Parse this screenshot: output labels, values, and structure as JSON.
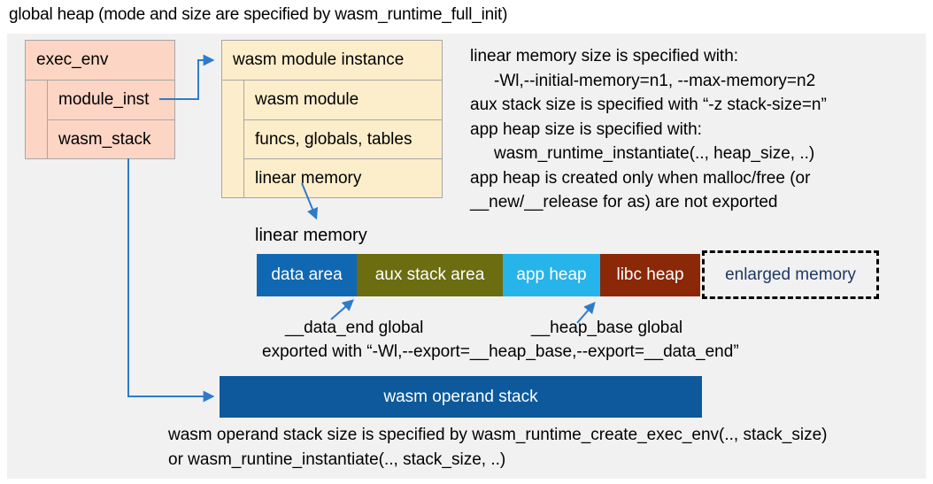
{
  "title": "global heap (mode and size are specified by wasm_runtime_full_init)",
  "exec_env_box": {
    "header": "exec_env",
    "rows": [
      "module_inst",
      "wasm_stack"
    ]
  },
  "module_instance_box": {
    "header": "wasm module instance",
    "rows": [
      "wasm module",
      "funcs, globals, tables",
      "linear memory"
    ]
  },
  "notes_right": {
    "lines": [
      "linear memory size is specified with:",
      "-Wl,--initial-memory=n1, --max-memory=n2",
      "aux stack size is specified with “-z stack-size=n”",
      "app heap size is specified with:",
      "wasm_runtime_instantiate(.., heap_size, ..)",
      "app heap is created only when malloc/free (or",
      "__new/__release for as) are not exported"
    ]
  },
  "linear_memory": {
    "label": "linear memory",
    "segments": [
      {
        "label": "data area"
      },
      {
        "label": "aux stack area"
      },
      {
        "label": "app heap"
      },
      {
        "label": "libc heap"
      },
      {
        "label": "enlarged memory"
      }
    ]
  },
  "annotations": {
    "data_end": "__data_end global",
    "heap_base": "__heap_base global",
    "exported": "exported with “-Wl,--export=__heap_base,--export=__data_end”"
  },
  "operand_stack": {
    "label": "wasm operand stack"
  },
  "notes_bottom": {
    "lines": [
      "wasm operand stack size is specified by wasm_runtime_create_exec_env(.., stack_size)",
      "or wasm_runtine_instantiate(.., stack_size, ..)"
    ]
  },
  "colors": {
    "panel_bg": "#f1f1f1",
    "exec_env_fill": "#fcd5c5",
    "module_instance_fill": "#fdeecb",
    "box_border": "#a6a6a6",
    "arrow": "#2e7cc7",
    "data_area": "#1168b2",
    "aux_stack_area": "#6b6d10",
    "app_heap": "#27b4ea",
    "libc_heap": "#8a2808",
    "operand_stack": "#0d599c",
    "enlarged_memory_text": "#1f3864"
  }
}
